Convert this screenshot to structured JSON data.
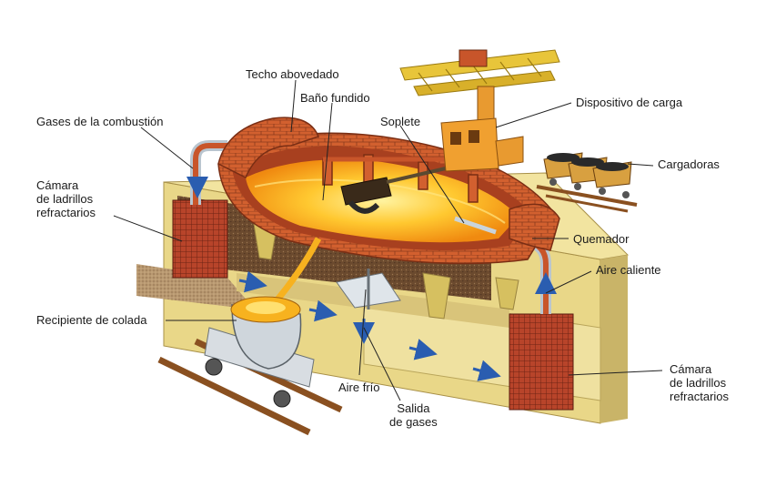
{
  "labels": {
    "techo": "Techo abovedado",
    "bano": "Baño fundido",
    "gases": "Gases de la combustión",
    "soplete": "Soplete",
    "dispositivo": "Dispositivo de carga",
    "cargadoras": "Cargadoras",
    "camara_left": "Cámara\nde ladrillos\nrefractarios",
    "quemador": "Quemador",
    "aire_caliente": "Aire caliente",
    "recipiente": "Recipiente de colada",
    "aire_frio": "Aire frío",
    "salida": "Salida\nde gases",
    "camara_right": "Cámara\nde ladrillos\nrefractarios"
  },
  "colors": {
    "brick": "#c8552a",
    "brick_light": "#e37a45",
    "molten": "#f7b21f",
    "molten_hot": "#ffe070",
    "structure": "#e9d788",
    "structure_dark": "#b9a55a",
    "soil": "#6b4a2e",
    "pipe": "#c9d4dc",
    "arrow": "#2a5db0",
    "crane": "#e8c53a"
  }
}
